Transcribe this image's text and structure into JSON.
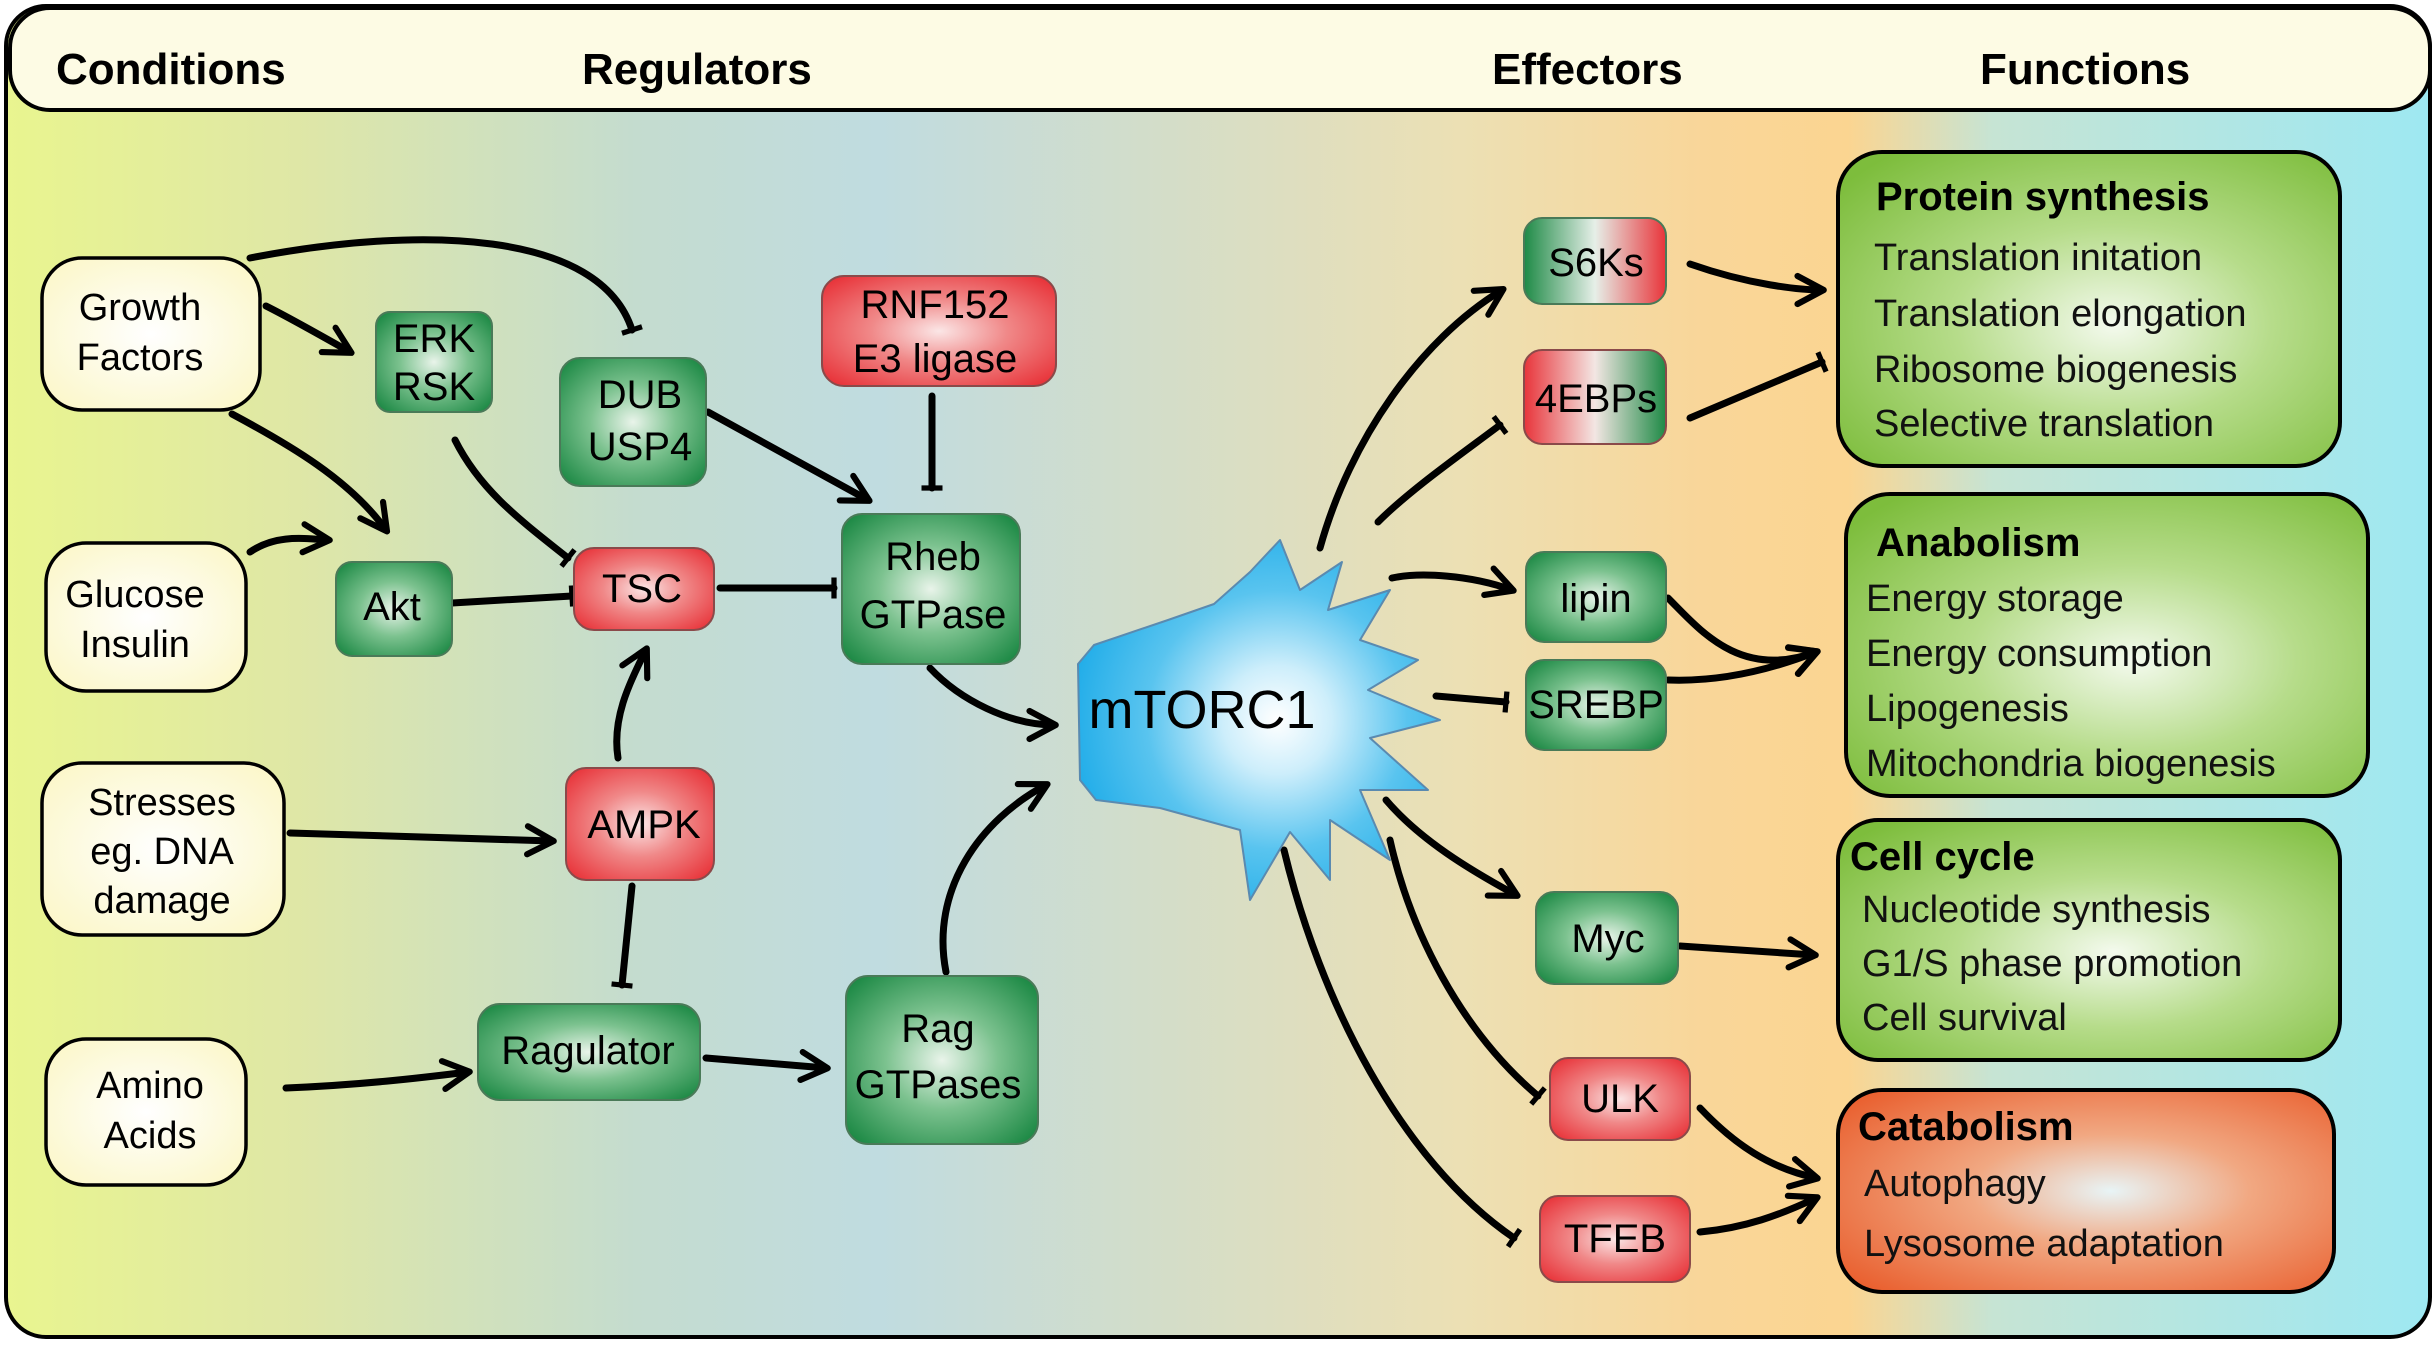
{
  "headers": {
    "conditions": "Conditions",
    "regulators": "Regulators",
    "effectors": "Effectors",
    "functions": "Functions"
  },
  "conditions": {
    "growth_factors": [
      "Growth",
      "Factors"
    ],
    "glucose_insulin": [
      "Glucose",
      "Insulin"
    ],
    "stresses": [
      "Stresses",
      "eg. DNA",
      "damage"
    ],
    "amino_acids": [
      "Amino",
      "Acids"
    ]
  },
  "regulators": {
    "erk_rsk": [
      "ERK",
      "RSK"
    ],
    "dub_usp4": [
      "DUB",
      "USP4"
    ],
    "rnf152": [
      "RNF152",
      "E3 ligase"
    ],
    "akt": [
      "Akt"
    ],
    "tsc": [
      "TSC"
    ],
    "rheb": [
      "Rheb",
      "GTPase"
    ],
    "ampk": [
      "AMPK"
    ],
    "ragulator": [
      "Ragulator"
    ],
    "rag": [
      "Rag",
      "GTPases"
    ]
  },
  "hub": {
    "label": "mTORC1"
  },
  "effectors": {
    "s6ks": "S6Ks",
    "4ebps": "4EBPs",
    "lipin": "lipin",
    "srebp": "SREBP",
    "myc": "Myc",
    "ulk": "ULK",
    "tfeb": "TFEB"
  },
  "functions": {
    "protein_synthesis": {
      "title": "Protein synthesis",
      "items": [
        "Translation initation",
        "Translation elongation",
        "Ribosome biogenesis",
        "Selective translation"
      ]
    },
    "anabolism": {
      "title": "Anabolism",
      "items": [
        "Energy storage",
        "Energy consumption",
        "Lipogenesis",
        "Mitochondria biogenesis"
      ]
    },
    "cell_cycle": {
      "title": "Cell cycle",
      "items": [
        "Nucleotide synthesis",
        "G1/S phase promotion",
        "Cell survival"
      ]
    },
    "catabolism": {
      "title": "Catabolism",
      "items": [
        "Autophagy",
        "Lysosome adaptation"
      ]
    }
  },
  "colors": {
    "activator_node": "#1e8a46",
    "inhibitor_node": "#e8343a",
    "hub": "#1aaae8",
    "condition_fill": "#fdfbd4",
    "anabolic_function": "#7dbd3c",
    "catabolic_function": "#e95d2c"
  }
}
